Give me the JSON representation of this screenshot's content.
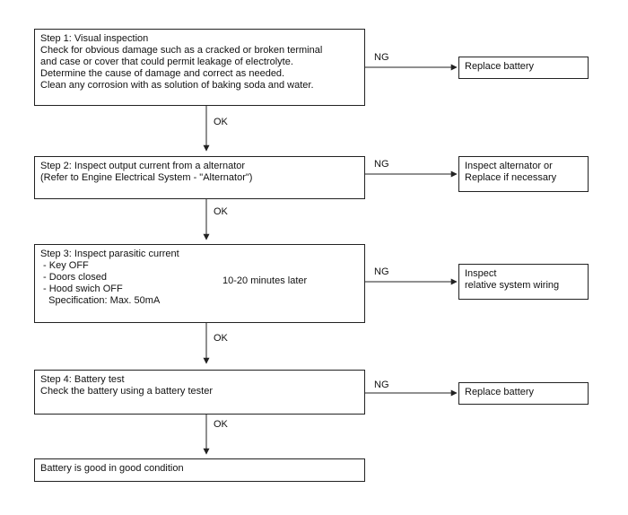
{
  "step1": {
    "title": "Step 1: Visual inspection",
    "lines": [
      "Check for obvious damage such as a cracked or broken terminal",
      "and case or cover that could permit leakage of electrolyte.",
      "Determine the cause of damage and correct as needed.",
      "Clean any corrosion with as solution of baking soda and water."
    ],
    "ng_label": "NG",
    "ng_action": [
      "Replace battery"
    ],
    "ok_label": "OK"
  },
  "step2": {
    "title": "Step 2: Inspect output current from a alternator",
    "lines": [
      "(Refer to Engine Electrical System - \"Alternator\")"
    ],
    "ng_label": "NG",
    "ng_action": [
      "Inspect alternator or",
      "Replace if necessary"
    ],
    "ok_label": "OK"
  },
  "step3": {
    "title": "Step 3: Inspect parasitic current",
    "lines": [
      " - Key OFF",
      " - Doors closed",
      " - Hood swich OFF",
      "   Specification: Max. 50mA"
    ],
    "bracket_note": "10-20 minutes later",
    "ng_label": "NG",
    "ng_action": [
      "Inspect",
      "relative system wiring"
    ],
    "ok_label": "OK"
  },
  "step4": {
    "title": "Step 4: Battery test",
    "lines": [
      "Check the battery using a battery tester"
    ],
    "ng_label": "NG",
    "ng_action": [
      "Replace battery"
    ],
    "ok_label": "OK"
  },
  "result": {
    "text": "Battery is good in good condition"
  }
}
